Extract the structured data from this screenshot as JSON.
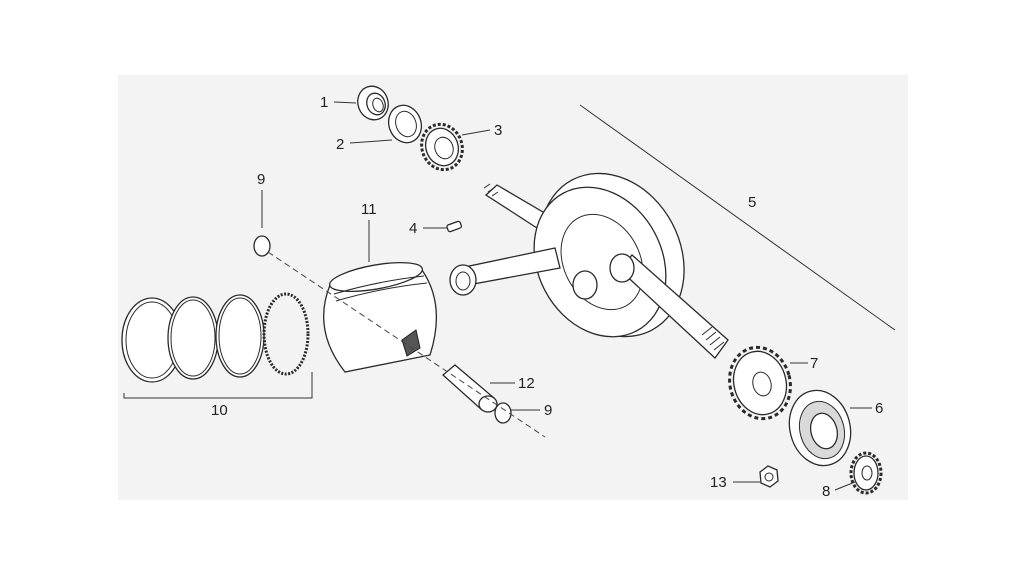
{
  "diagram": {
    "background_color": "#ffffff",
    "panel_color": "#f3f3f3",
    "line_color": "#2a2a2a",
    "callouts": [
      {
        "id": "c1",
        "text": "1"
      },
      {
        "id": "c2",
        "text": "2"
      },
      {
        "id": "c3",
        "text": "3"
      },
      {
        "id": "c4",
        "text": "4"
      },
      {
        "id": "c5",
        "text": "5"
      },
      {
        "id": "c6",
        "text": "6"
      },
      {
        "id": "c7",
        "text": "7"
      },
      {
        "id": "c8",
        "text": "8"
      },
      {
        "id": "c9a",
        "text": "9"
      },
      {
        "id": "c9b",
        "text": "9"
      },
      {
        "id": "c10",
        "text": "10"
      },
      {
        "id": "c11",
        "text": "11"
      },
      {
        "id": "c12",
        "text": "12"
      },
      {
        "id": "c13",
        "text": "13"
      }
    ]
  }
}
